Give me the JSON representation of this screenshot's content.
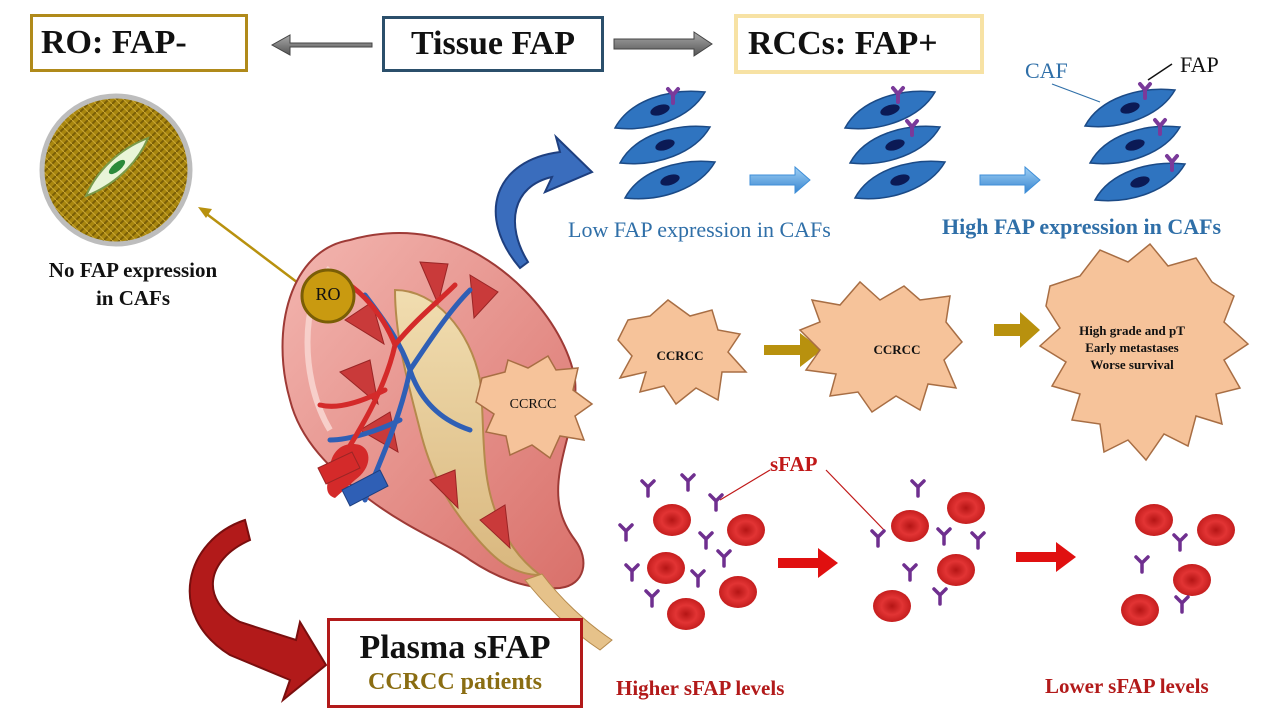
{
  "boxes": {
    "ro": "RO: FAP-",
    "tissue": "Tissue FAP",
    "rccs": "RCCs: FAP+",
    "plasma_title": "Plasma sFAP",
    "plasma_sub": "CCRCC patients"
  },
  "labels": {
    "low_fap": "Low FAP expression in CAFs",
    "high_fap": "High FAP expression in CAFs",
    "caf": "CAF",
    "fap": "FAP",
    "no_fap": "No FAP expression in CAFs",
    "ro": "RO",
    "sfap": "sFAP",
    "higher_sfap": "Higher sFAP levels",
    "lower_sfap": "Lower sFAP levels"
  },
  "tumor": {
    "ccrcc": "CCRCC",
    "outcomes": [
      "High grade and pT",
      "Early metastases",
      "Worse survival"
    ]
  },
  "colors": {
    "caf_cell": "#2f74c0",
    "nucleus": "#0b1a55",
    "fap_marker": "#7a3a9a",
    "tumor": "#f6c39a",
    "rbc": "#d42a2a",
    "gold_arrow": "#b8910e",
    "red_arrow": "#e01010",
    "blue_arrow": "#3f8fd8",
    "gray_arrow": "#6b6b6b"
  }
}
